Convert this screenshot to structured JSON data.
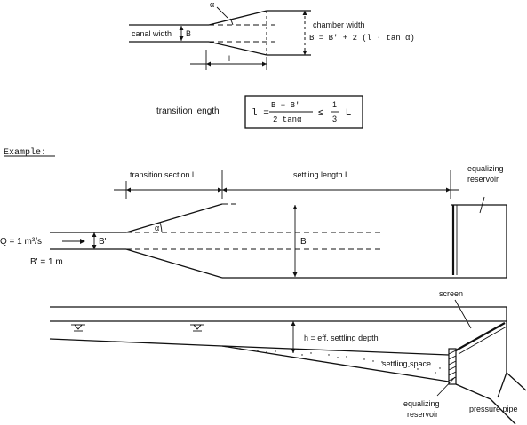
{
  "top_plan": {
    "alpha_label": "α",
    "canal_width_label": "canal width",
    "b_label": "B",
    "chamber_width_label": "chamber width",
    "chamber_formula": "B = B' + 2 (l · tan α)",
    "l_label": "l"
  },
  "formula": {
    "transition_label": "transition length",
    "lhs": "l =",
    "numerator": "B − B'",
    "denominator": "2  tanα",
    "le": "≤",
    "frac_num": "1",
    "frac_den": "3",
    "rhs": "L"
  },
  "example": {
    "title": "Example:",
    "transition_section": "transition section l",
    "settling_length": "settling length L",
    "equalizing_reservoir": [
      "equalizing",
      "reservoir"
    ],
    "q_label": "Q = 1 m³/s",
    "b_prime_label": "B'",
    "b_prime_value": "B' = 1 m",
    "b_label": "B",
    "alpha_label": "α"
  },
  "section": {
    "screen_label": "screen",
    "h_label": "h = eff. settling depth",
    "settling_space": "settling space",
    "equalizing_reservoir": [
      "equalizing",
      "reservoir"
    ],
    "pressure_pipe": "pressure pipe"
  }
}
